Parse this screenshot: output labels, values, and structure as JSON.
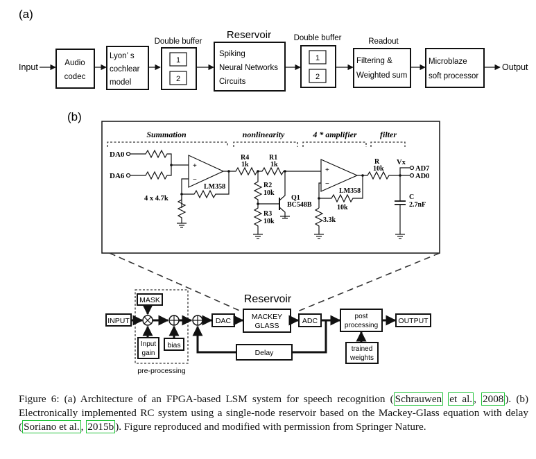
{
  "panel_a": {
    "label": "(a)",
    "input": "Input",
    "output": "Output",
    "audio_codec": [
      "Audio",
      "codec"
    ],
    "lyon": [
      "Lyon’ s",
      "cochlear",
      "model"
    ],
    "double_buffer_label": "Double buffer",
    "buffer_cells": [
      "1",
      "2"
    ],
    "reservoir_title": "Reservoir",
    "reservoir_body": [
      "Spiking",
      "Neural Networks",
      "Circuits"
    ],
    "readout_label": "Readout",
    "filtering": [
      "Filtering &",
      "Weighted sum"
    ],
    "microblaze": [
      "Microblaze",
      "soft processor"
    ]
  },
  "panel_b": {
    "label": "(b)",
    "circuit": {
      "sections": [
        "Summation",
        "nonlinearity",
        "4 * amplifier",
        "filter"
      ],
      "inputs": [
        "DA0",
        "DA6"
      ],
      "outputs": [
        "AD7",
        "AD0"
      ],
      "opamp": "LM358",
      "resistors_sum": "4 x 4.7k",
      "r4": [
        "R4",
        "1k"
      ],
      "r1": [
        "R1",
        "1k"
      ],
      "r2": [
        "R2",
        "10k"
      ],
      "r3": [
        "R3",
        "10k"
      ],
      "transistor": [
        "Q1",
        "BC548B"
      ],
      "amp_r": [
        "10k",
        "3.3k"
      ],
      "filter_r": [
        "R",
        "10k"
      ],
      "vx": "Vx",
      "cap": [
        "C",
        "2.7nF"
      ]
    },
    "block": {
      "reservoir_title": "Reservoir",
      "input": "INPUT",
      "mask": "MASK",
      "input_gain": [
        "Input",
        "gain"
      ],
      "bias": "bias",
      "preprocessing": "pre-processing",
      "dac": "DAC",
      "mackey": [
        "MACKEY",
        "GLASS"
      ],
      "adc": "ADC",
      "post": [
        "post",
        "processing"
      ],
      "output": "OUTPUT",
      "trained": [
        "trained",
        "weights"
      ],
      "delay": "Delay"
    }
  },
  "caption": {
    "prefix": "Figure 6: (a) Architecture of an FPGA-based LSM system for speech recognition (",
    "cite1a": "Schrauwen",
    "cite1b": "et al.",
    "mid1": ", ",
    "cite1year": "2008",
    "mid2": "). (b) Electronically implemented RC system using a single-node reservoir based on the Mackey-Glass equation with delay (",
    "cite2": "Soriano et al.",
    "mid3": ", ",
    "cite2year": "2015b",
    "suffix": "). Figure reproduced and modified with permission from Springer Nature."
  }
}
